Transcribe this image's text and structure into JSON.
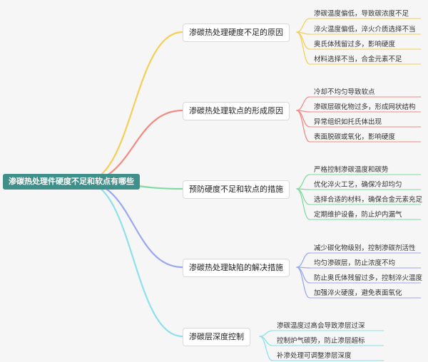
{
  "root": {
    "label": "渗碳热处理件硬度不足和软点有哪些"
  },
  "branches": [
    {
      "label": "渗碳热处理硬度不足的原因",
      "color": "#f5cf57",
      "children": [
        "渗碳温度偏低，导致碳浓度不足",
        "淬火温度偏低，淬火介质选择不当",
        "奥氏体残留过多，影响硬度",
        "材料选择不当，合金元素不足"
      ]
    },
    {
      "label": "渗碳热处理软点的形成原因",
      "color": "#f28b82",
      "children": [
        "冷却不均匀导致软点",
        "渗碳层碳化物过多，形成网状结构",
        "异常组织如托氏体出现",
        "表面脱碳或氧化，影响硬度"
      ]
    },
    {
      "label": "预防硬度不足和软点的措施",
      "color": "#7fdca0",
      "children": [
        "严格控制渗碳温度和碳势",
        "优化淬火工艺，确保冷却均匀",
        "选择合适的材料，确保合金元素充足",
        "定期维护设备，防止炉内漏气"
      ]
    },
    {
      "label": "渗碳热处理缺陷的解决措施",
      "color": "#9aa8f0",
      "children": [
        "减少碳化物级别，控制渗碳剂活性",
        "均匀渗碳层，防止浓度不均",
        "防止奥氏体残留过多，控制淬火温度",
        "加强淬火硬度，避免表面氧化"
      ]
    },
    {
      "label": "渗碳层深度控制",
      "color": "#8ee0ea",
      "children": [
        "渗碳温度过高会导致渗层过深",
        "控制炉气碳势，防止渗层超标",
        "补渗处理可调整渗层深度"
      ]
    }
  ]
}
